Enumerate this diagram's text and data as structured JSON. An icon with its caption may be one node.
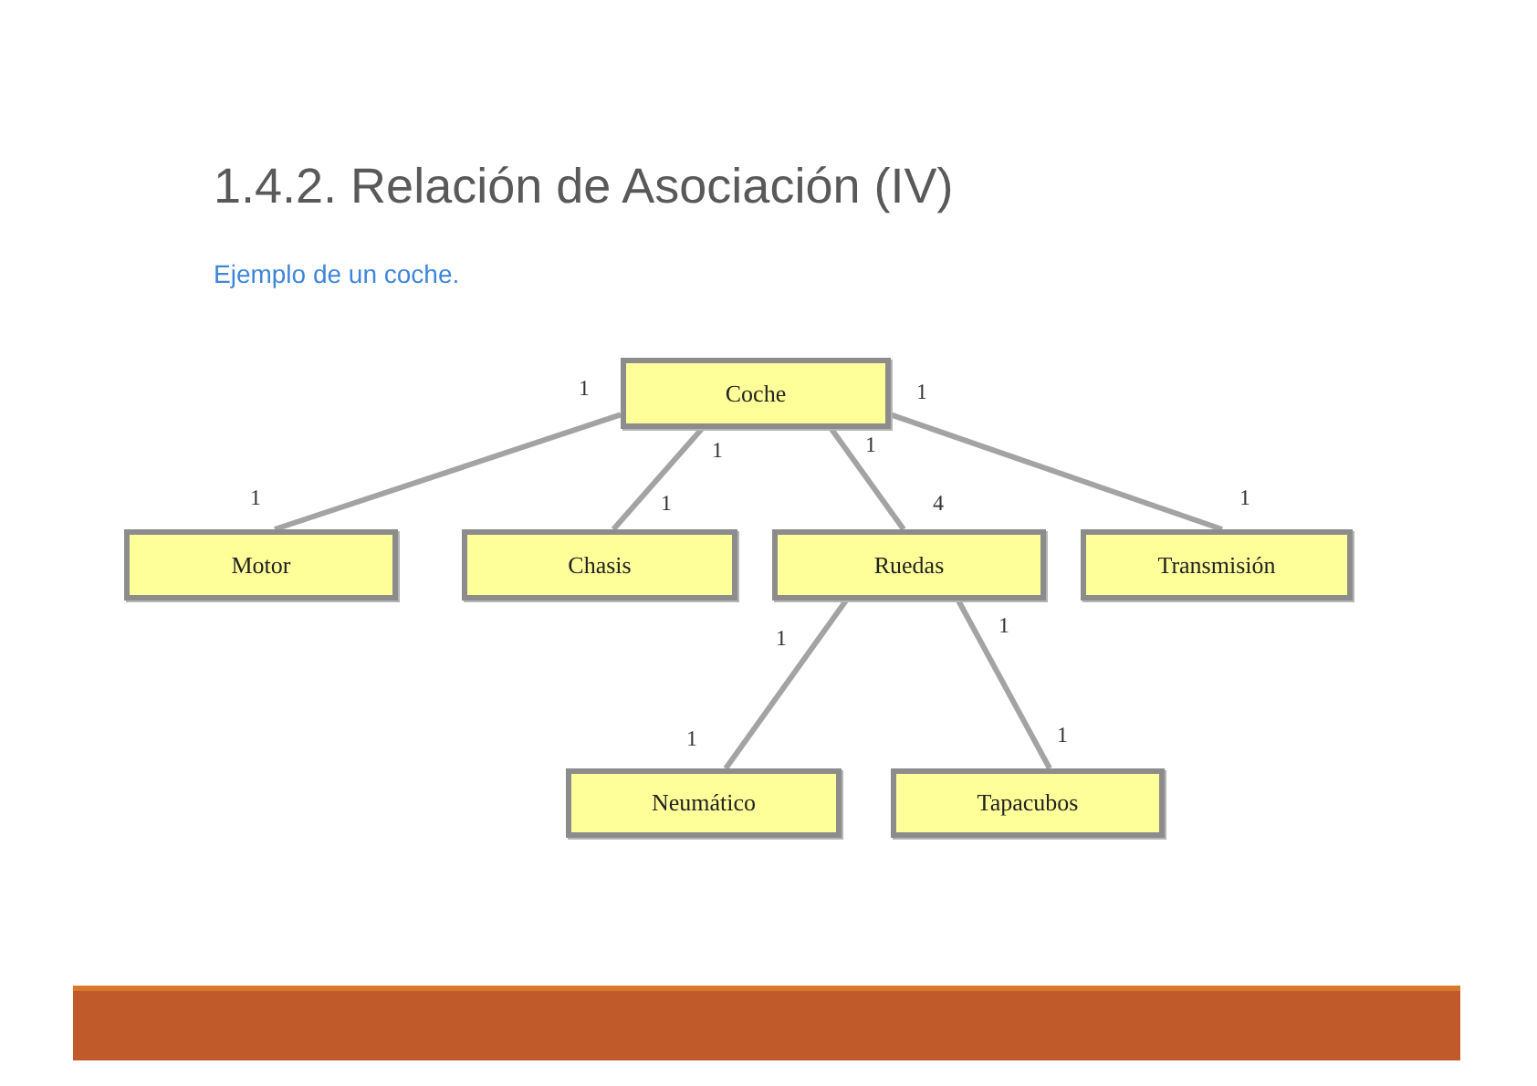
{
  "diagram": {
    "title": "1.4.2. Relación de Asociación (IV)",
    "nodes": [
      {
        "text": [
          "Coche"
        ]
      },
      {
        "text": [
          "Motor"
        ]
      },
      {
        "text": [
          "Chasis"
        ]
      },
      {
        "text": [
          "Ruedas"
        ]
      },
      {
        "text": [
          "Transmisión"
        ]
      },
      {
        "text": [
          "Neumático"
        ]
      },
      {
        "text": [
          "Tapacubos"
        ]
      }
    ],
    "edges": [
      {
        "from": 0,
        "to": 1,
        "arrow": "none"
      },
      {
        "from": 0,
        "to": 2,
        "arrow": "none"
      },
      {
        "from": 0,
        "to": 3,
        "arrow": "none"
      },
      {
        "from": 0,
        "to": 4,
        "arrow": "none"
      },
      {
        "from": 3,
        "to": 5,
        "arrow": "none"
      },
      {
        "from": 3,
        "to": 6,
        "arrow": "none"
      }
    ],
    "labels": [
      "Ejemplo de un coche.",
      "1",
      "1",
      "1",
      "1",
      "1",
      "1",
      "4",
      "1",
      "1",
      "1",
      "1",
      "1"
    ]
  }
}
